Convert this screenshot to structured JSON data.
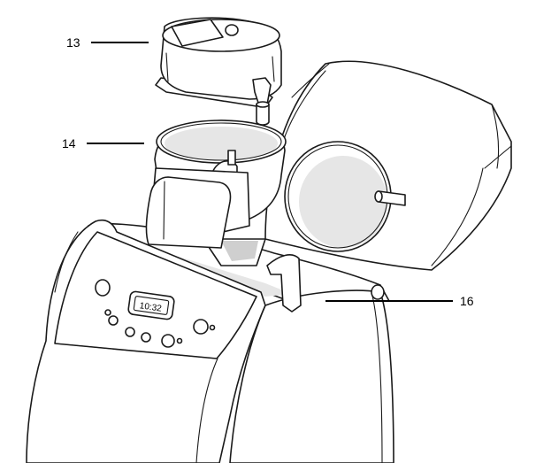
{
  "callouts": [
    {
      "id": "13",
      "label": "13"
    },
    {
      "id": "14",
      "label": "14"
    },
    {
      "id": "16",
      "label": "16"
    }
  ],
  "display": {
    "time": "10:32"
  }
}
